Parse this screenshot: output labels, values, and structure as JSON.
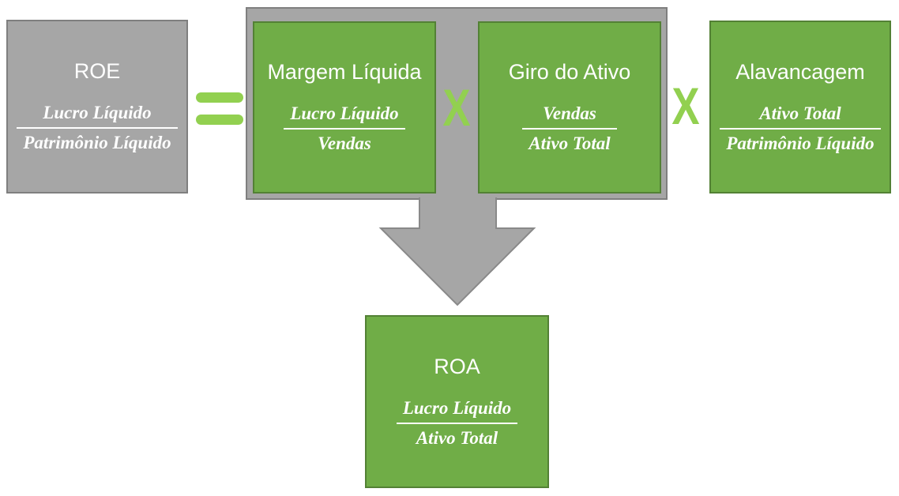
{
  "diagram": {
    "boxes": {
      "roe": {
        "title": "ROE",
        "numerator": "Lucro Líquido",
        "denominator": "Patrimônio Líquido"
      },
      "margem_liquida": {
        "title": "Margem Líquida",
        "numerator": "Lucro Líquido",
        "denominator": "Vendas"
      },
      "giro_do_ativo": {
        "title": "Giro do Ativo",
        "numerator": "Vendas",
        "denominator": "Ativo Total"
      },
      "alavancagem": {
        "title": "Alavancagem",
        "numerator": "Ativo Total",
        "denominator": "Patrimônio Líquido"
      },
      "roa": {
        "title": "ROA",
        "numerator": "Lucro Líquido",
        "denominator": "Ativo Total"
      }
    },
    "operators": {
      "equals": "=",
      "times_1": "X",
      "times_2": "X"
    },
    "icons": {
      "down_arrow": "gray block arrow pointing down from the product group to ROA",
      "equals": "two rounded light-green bars forming an equals sign"
    },
    "colors": {
      "green_fill": "#70AD47",
      "green_border": "#538135",
      "gray_fill": "#A6A6A6",
      "gray_border": "#7F7F7F",
      "operator_green": "#92D050",
      "text": "#FFFFFF"
    }
  }
}
